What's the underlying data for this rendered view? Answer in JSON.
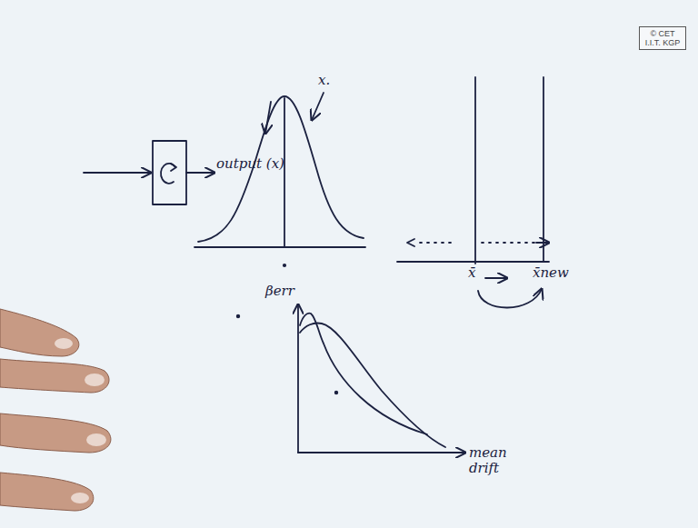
{
  "diagram": {
    "nodes": [
      {
        "text": [
          "© CET I.I.T. KGP"
        ]
      }
    ],
    "labels": [
      "output (x)",
      "x.",
      "βerr",
      "x̄",
      "x̄new",
      "mean drift"
    ]
  }
}
